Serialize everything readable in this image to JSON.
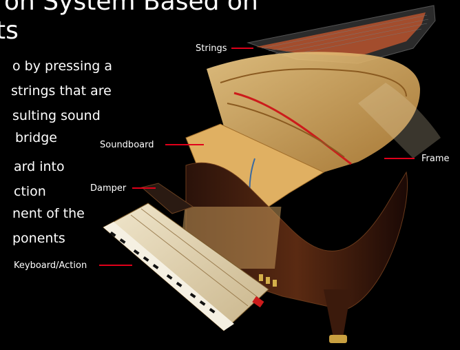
{
  "heading": {
    "line1": "on System Based on",
    "line2": "ts"
  },
  "paragraph": [
    "o by pressing a",
    "strings that are",
    "sulting sound",
    "bridge",
    "ard into",
    "ction",
    "nent of the",
    "ponents"
  ],
  "callouts": {
    "strings": "Strings",
    "soundboard": "Soundboard",
    "frame": "Frame",
    "damper": "Damper",
    "keyboard_action": "Keyboard/Action"
  },
  "colors": {
    "background": "#000000",
    "callout_line": "#e0001a",
    "wood": "#d9a85a"
  }
}
